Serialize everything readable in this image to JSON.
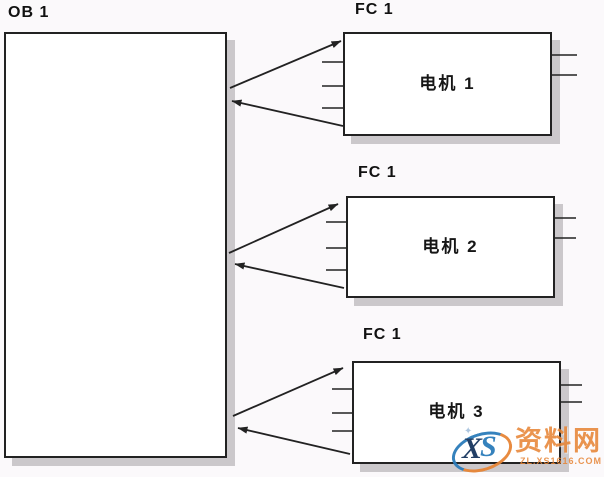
{
  "diagram": {
    "ob_block": {
      "label": "OB 1"
    },
    "fc_blocks": [
      {
        "label": "FC 1",
        "content": "电机 1"
      },
      {
        "label": "FC 1",
        "content": "电机 2"
      },
      {
        "label": "FC 1",
        "content": "电机 3"
      }
    ]
  },
  "watermark": {
    "logo_text_x": "X",
    "logo_text_s": "S",
    "logo_spark": "✦",
    "site_name": "资料网",
    "site_url": "ZL.XS1616.COM"
  },
  "colors": {
    "bg": "#fbf9fb",
    "boxbg": "#ffffff",
    "ink": "#222222",
    "shadow": "#cbc8cb",
    "wmorange": "#e78536",
    "wmblue": "#2b7cba",
    "wmnavy": "#17355e"
  }
}
